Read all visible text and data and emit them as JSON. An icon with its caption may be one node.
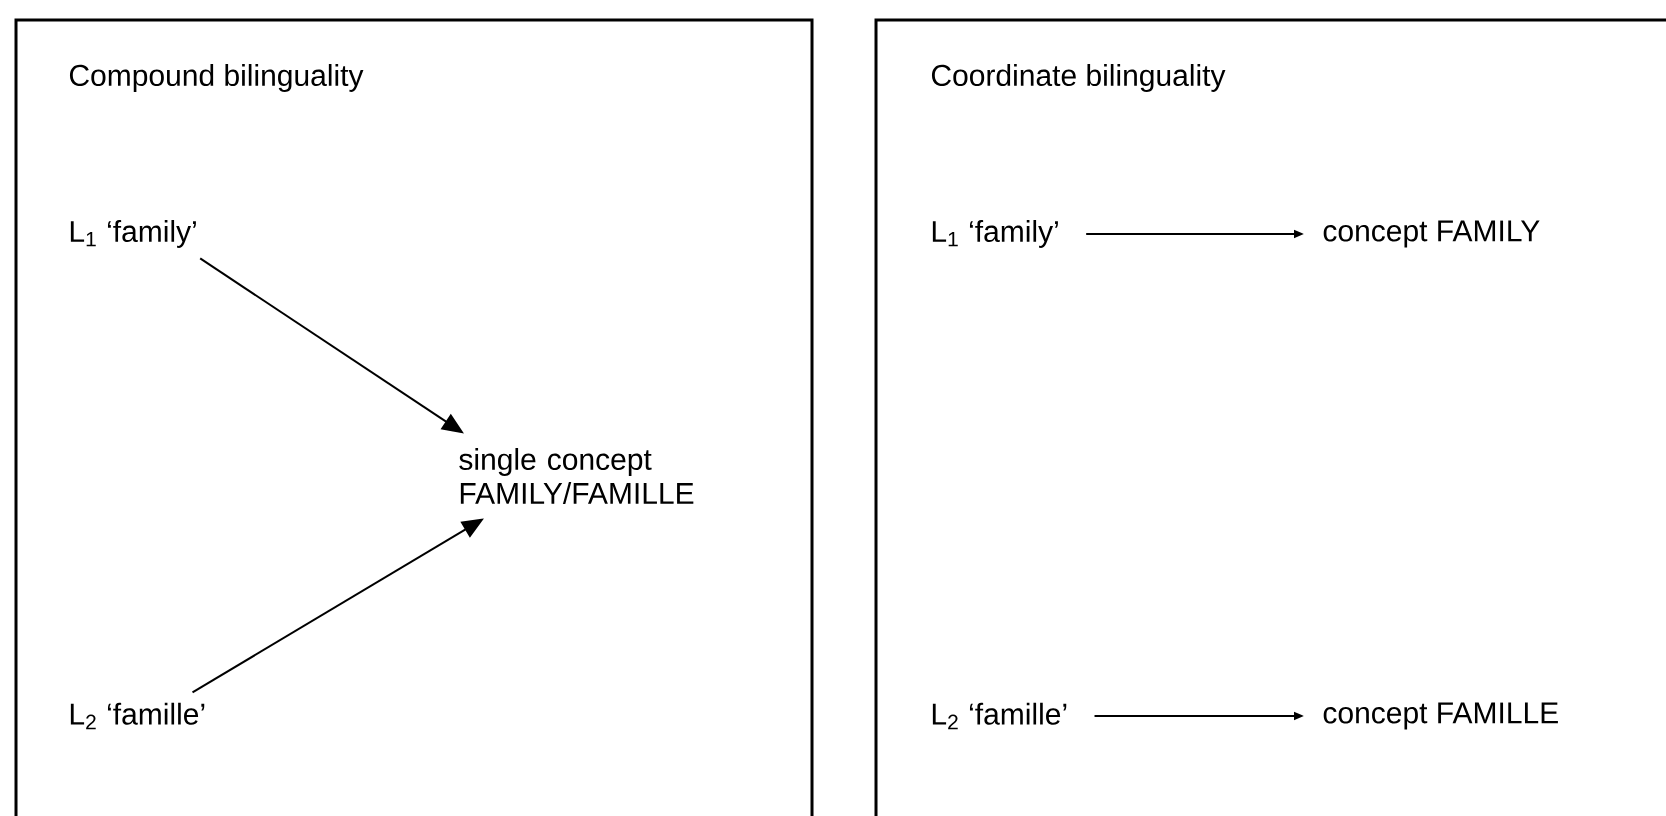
{
  "diagram": {
    "nodes": [
      {
        "text": [
          "Compound bilinguality"
        ]
      },
      {
        "text": [
          "L$_{1}$ ‘family’"
        ],
        "in": 0
      },
      {
        "text": [
          "single concept FAMILY/FAMILLE"
        ],
        "in": 0
      },
      {
        "text": [
          "L$_{2}$ ‘famille’"
        ],
        "in": 0
      },
      {
        "text": [
          "Coordinate bilinguality"
        ]
      },
      {
        "text": [
          "L$_{1}$ ‘family’"
        ],
        "in": 4
      },
      {
        "text": [
          "concept FAMILY"
        ],
        "in": 4
      },
      {
        "text": [
          "L$_{2}$ ‘famille’"
        ],
        "in": 4
      },
      {
        "text": [
          "concept FAMILLE"
        ],
        "in": 4
      }
    ],
    "edges": [
      {
        "from": 1,
        "to": 2,
        "arrow": "to"
      },
      {
        "from": 3,
        "to": 2,
        "arrow": "to"
      },
      {
        "from": 5,
        "to": 6,
        "arrow": "to"
      },
      {
        "from": 7,
        "to": 8,
        "arrow": "to"
      }
    ]
  }
}
